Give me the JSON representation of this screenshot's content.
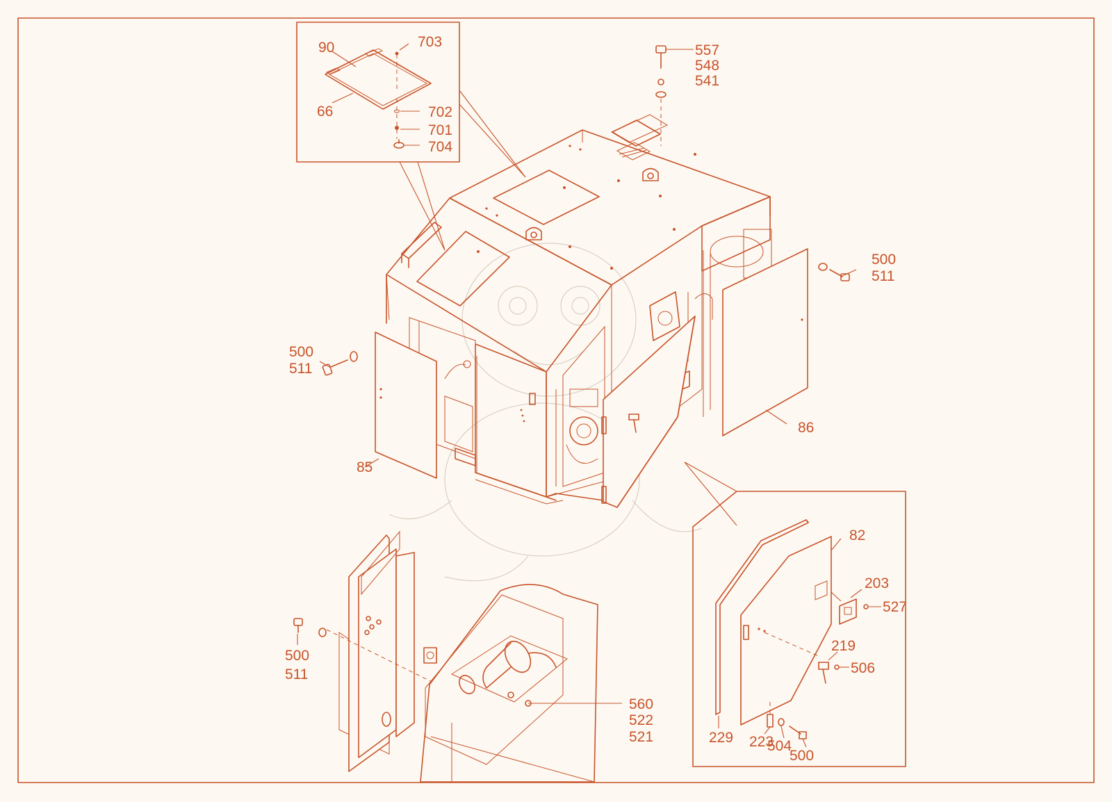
{
  "callouts": {
    "c90": "90",
    "c703": "703",
    "c66": "66",
    "c702": "702",
    "c701": "701",
    "c704": "704",
    "c557": "557",
    "c548": "548",
    "c541": "541",
    "c500_r": "500",
    "c511_r": "511",
    "c500_l": "500",
    "c511_l": "511",
    "c86": "86",
    "c85": "85",
    "c82": "82",
    "c203": "203",
    "c527": "527",
    "c219": "219",
    "c506": "506",
    "c229": "229",
    "c223": "223",
    "c504": "504",
    "c500_d": "500",
    "c500_b": "500",
    "c511_b": "511",
    "c560": "560",
    "c522": "522",
    "c521": "521"
  },
  "colors": {
    "line": "#c8532a",
    "background": "#fdf9f2",
    "watermark": "#d9cfc3"
  },
  "icons": [
    "cover-plate",
    "door-hinge",
    "door-handle",
    "bolt",
    "washer",
    "lifting-eye",
    "exhaust-muffler"
  ]
}
